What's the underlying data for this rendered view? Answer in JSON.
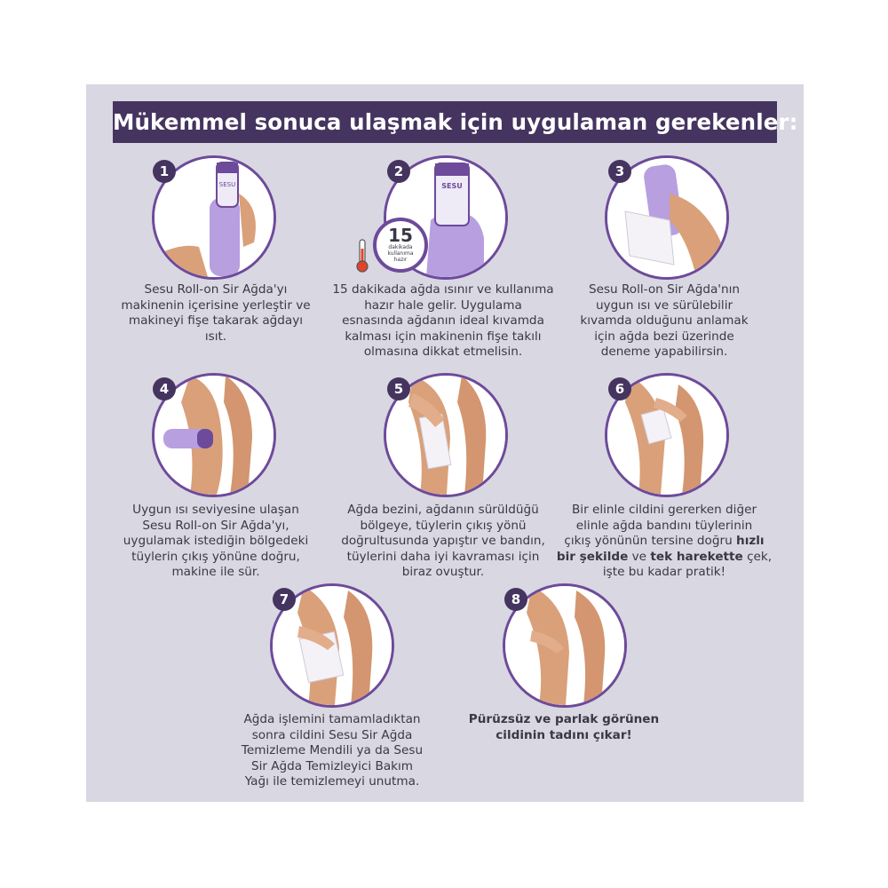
{
  "header": {
    "title": "Mükemmel sonuca ulaşmak için uygulaman gerekenler:"
  },
  "colors": {
    "panel_bg": "#d9d7e1",
    "header_bg": "#45345f",
    "accent_purple": "#6d4a9a",
    "product_lavender": "#b79fe0",
    "skin": "#d9a07a"
  },
  "steps": [
    {
      "number": "1",
      "caption": "Sesu Roll-on Sir Ağda'yı\nmakinenin içerisine yerleştir ve\nmakineyi fişe takarak ağdayı\nısıt."
    },
    {
      "number": "2",
      "badge": {
        "value": "15",
        "line1": "dakikada",
        "line2": "kullanıma",
        "line3": "hazır"
      },
      "caption": "15 dakikada ağda ısınır ve kullanıma\nhazır hale gelir. Uygulama\nesnasında ağdanın ideal kıvamda\nkalması için makinenin fişe takılı\nolmasına dikkat etmelisin."
    },
    {
      "number": "3",
      "caption": "Sesu Roll-on Sir Ağda'nın\nuygun ısı ve sürülebilir\nkıvamda olduğunu anlamak\niçin ağda bezi üzerinde\ndeneme yapabilirsin."
    },
    {
      "number": "4",
      "caption": "Uygun ısı seviyesine ulaşan\nSesu Roll-on Sir Ağda'yı,\nuygulamak istediğin bölgedeki\ntüylerin çıkış yönüne doğru,\nmakine ile sür."
    },
    {
      "number": "5",
      "caption": "Ağda bezini, ağdanın sürüldüğü\nbölgeye, tüylerin çıkış yönü\ndoğrultusunda yapıştır ve bandın,\ntüylerini daha iyi kavraması için\nbiraz ovuştur."
    },
    {
      "number": "6",
      "caption_line1": "Bir elinle cildini gererken diğer",
      "caption_line2": "elinle ağda bandını tüylerinin",
      "caption_line3_a": "çıkış yönünün tersine doğru ",
      "caption_line3_b": "hızlı",
      "caption_line4_a": "bir şekilde",
      "caption_line4_b": " ve ",
      "caption_line4_c": "tek harekette",
      "caption_line4_d": " çek,",
      "caption_line5": "işte bu kadar pratik!"
    },
    {
      "number": "7",
      "caption": "Ağda işlemini tamamladıktan\nsonra cildini Sesu Sir Ağda\nTemizleme Mendili ya da Sesu\nSir Ağda Temizleyici Bakım\nYağı ile temizlemeyi unutma."
    },
    {
      "number": "8",
      "caption": "Pürüzsüz ve parlak görünen\ncildinin tadını çıkar!"
    }
  ],
  "product_label": {
    "brand": "SESU"
  }
}
